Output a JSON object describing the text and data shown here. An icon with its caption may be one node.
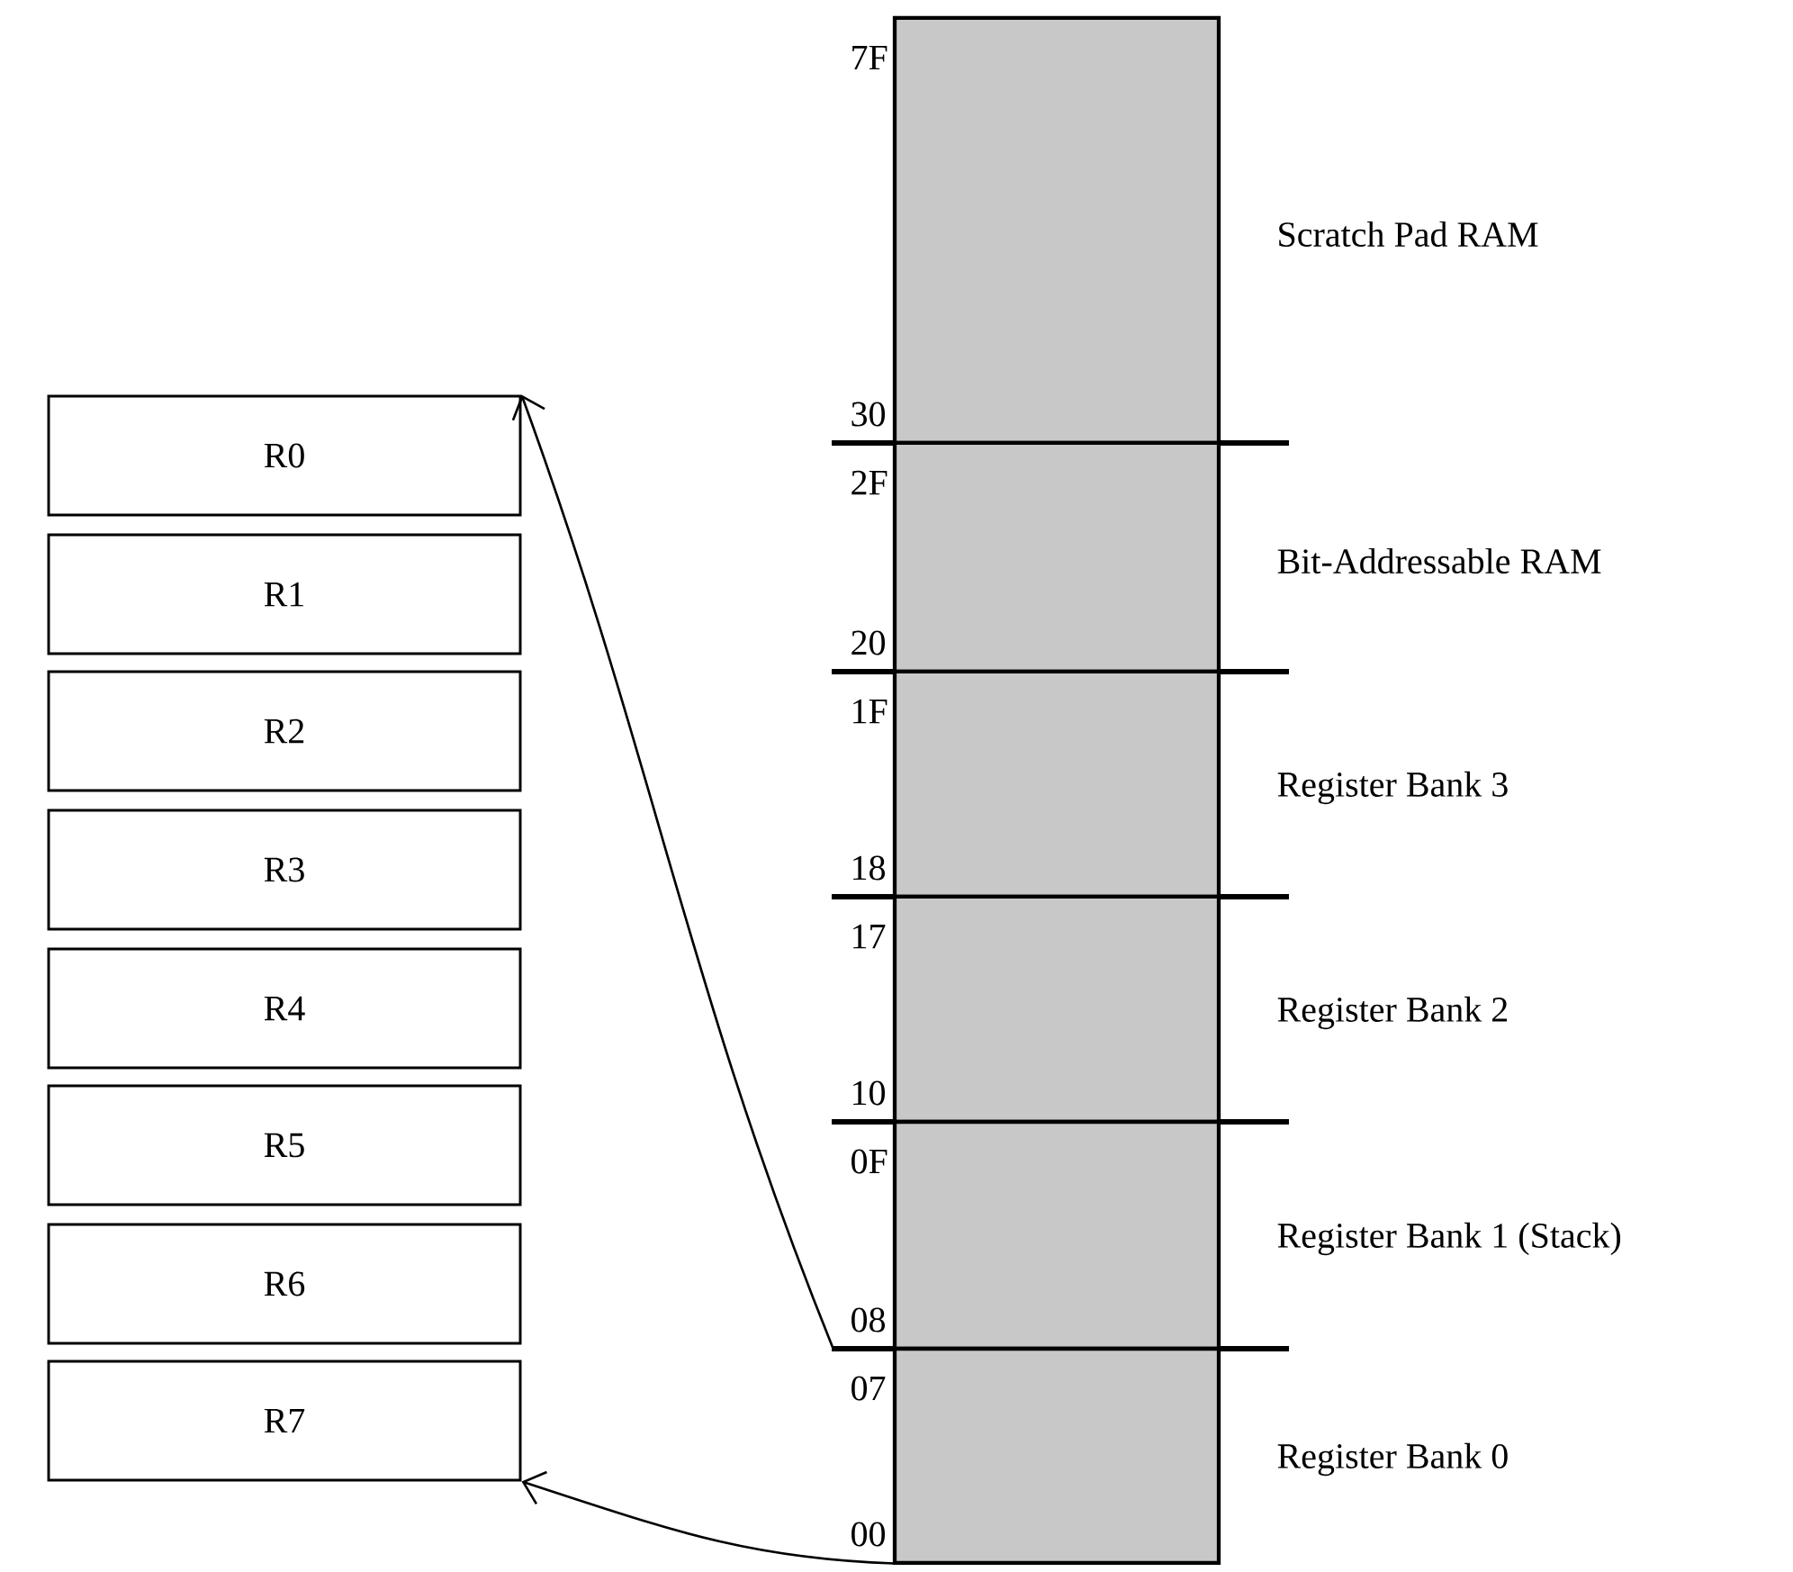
{
  "diagram": {
    "nodes": [
      {
        "text": [
          "R0"
        ]
      },
      {
        "text": [
          "R1"
        ]
      },
      {
        "text": [
          "R2"
        ]
      },
      {
        "text": [
          "R3"
        ]
      },
      {
        "text": [
          "R4"
        ]
      },
      {
        "text": [
          "R5"
        ]
      },
      {
        "text": [
          "R6"
        ]
      },
      {
        "text": [
          "R7"
        ]
      },
      {
        "text": [
          "Scratch Pad RAM"
        ],
        "beside": [
          "7F",
          "30"
        ]
      },
      {
        "text": [
          "Bit-Addressable RAM"
        ],
        "beside": [
          "2F",
          "20"
        ]
      },
      {
        "text": [
          "Register Bank 3"
        ],
        "beside": [
          "1F",
          "18"
        ]
      },
      {
        "text": [
          "Register Bank 2"
        ],
        "beside": [
          "17",
          "10"
        ]
      },
      {
        "text": [
          "Register Bank 1 (Stack)"
        ],
        "beside": [
          "0F",
          "08"
        ]
      },
      {
        "text": [
          "Register Bank 0"
        ],
        "beside": [
          "07",
          "00"
        ]
      }
    ],
    "edges": [
      {
        "from": 13,
        "to": 0,
        "arrow": "to"
      },
      {
        "from": 13,
        "to": 7,
        "arrow": "to"
      }
    ]
  }
}
